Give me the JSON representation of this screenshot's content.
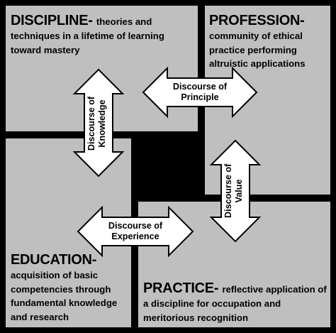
{
  "quadrants": {
    "discipline": {
      "title": "DISCIPLINE-",
      "desc": "theories and techniques in a lifetime of learning toward mastery"
    },
    "profession": {
      "title": "PROFESSION-",
      "desc": "community of ethical practice performing altruistic applications"
    },
    "education": {
      "title": "EDUCATION-",
      "desc": "acquisition of basic competencies through fundamental knowledge and research"
    },
    "practice": {
      "title": "PRACTICE-",
      "desc": "reflective application of a discipline for occupation and meritorious recognition"
    }
  },
  "arrows": {
    "principle": {
      "line1": "Discourse of",
      "line2": "Principle"
    },
    "knowledge": {
      "line1": "Discourse of",
      "line2": "Knowledge"
    },
    "value": {
      "line1": "Discourse of",
      "line2": "Value"
    },
    "experience": {
      "line1": "Discourse of",
      "line2": "Experience"
    }
  },
  "colors": {
    "quadrant_fill": "#bfbfbf",
    "background": "#000000",
    "arrow_fill": "#ffffff"
  }
}
